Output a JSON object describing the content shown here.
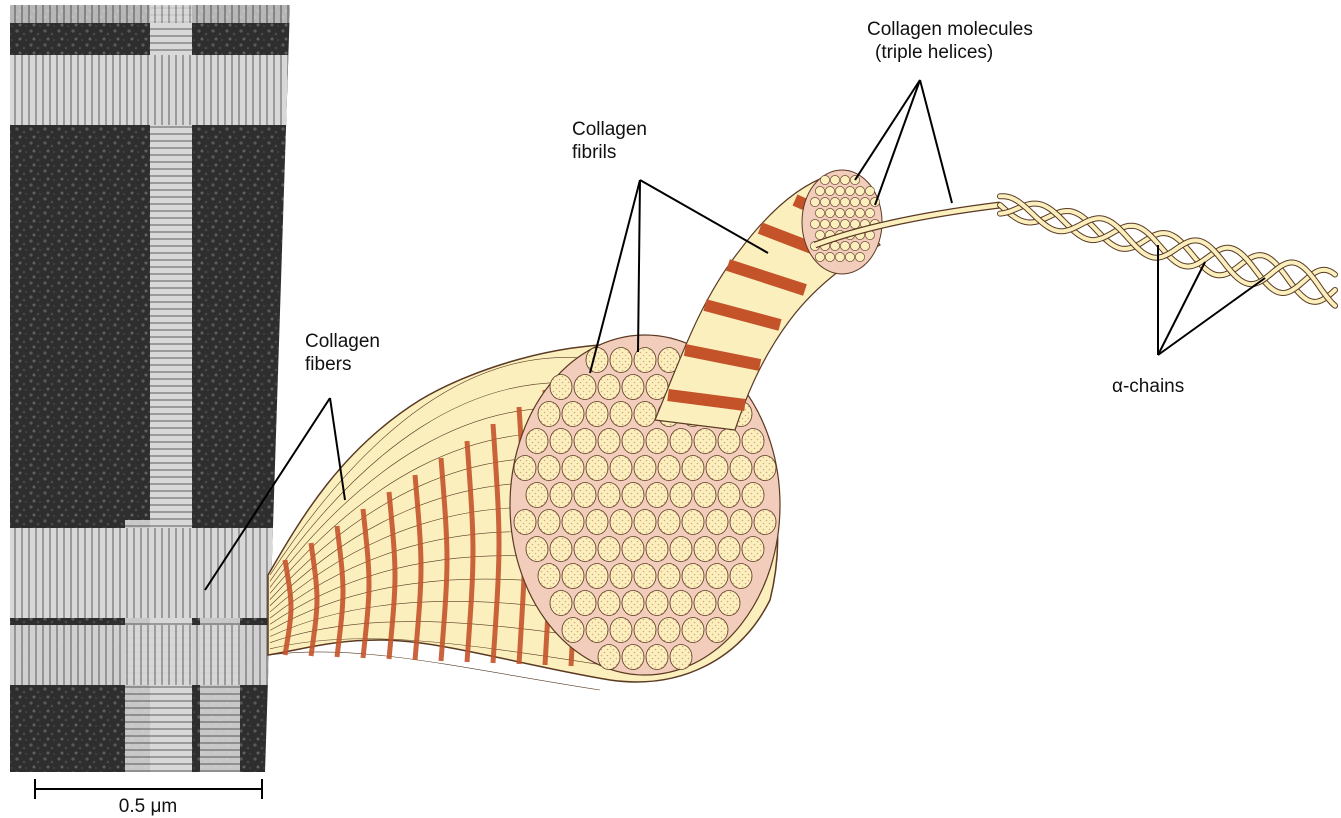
{
  "labels": {
    "collagen_fibers": [
      "Collagen",
      "fibers"
    ],
    "collagen_fibrils": [
      "Collagen",
      "fibrils"
    ],
    "collagen_molecules": [
      "Collagen molecules",
      "(triple helices)"
    ],
    "alpha_chains": "α-chains"
  },
  "scale_bar": {
    "label": "0.5 μm"
  },
  "colors": {
    "fibril_fill": "#fbefbe",
    "band": "#c4532a",
    "outline": "#5a3a22",
    "micrograph_dark": "#2c2c2c",
    "micrograph_light": "#e8e8e8",
    "leader_line": "#000000"
  }
}
